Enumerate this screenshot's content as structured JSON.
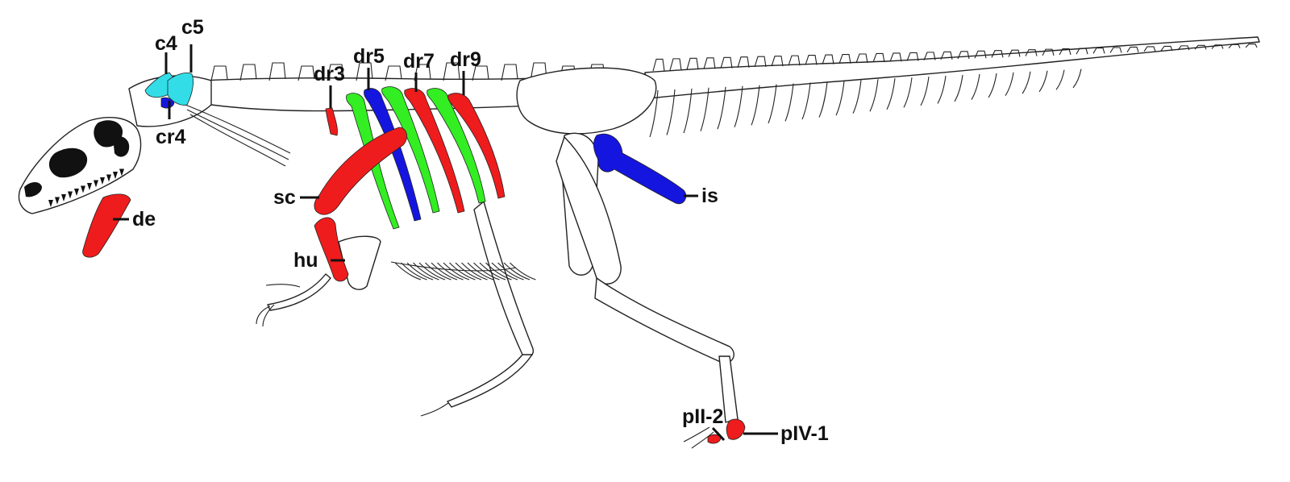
{
  "colors": {
    "red": "#ee1c1c",
    "blue": "#1515e0",
    "green": "#33ee22",
    "cyan": "#33dde8",
    "outline": "#222222",
    "background": "#ffffff"
  },
  "labels": {
    "c4": "c4",
    "c5": "c5",
    "cr4": "cr4",
    "dr3": "dr3",
    "dr5": "dr5",
    "dr7": "dr7",
    "dr9": "dr9",
    "sc": "sc",
    "hu": "hu",
    "de": "de",
    "is": "is",
    "pII2": "pII-2",
    "pIV1": "pIV-1"
  }
}
